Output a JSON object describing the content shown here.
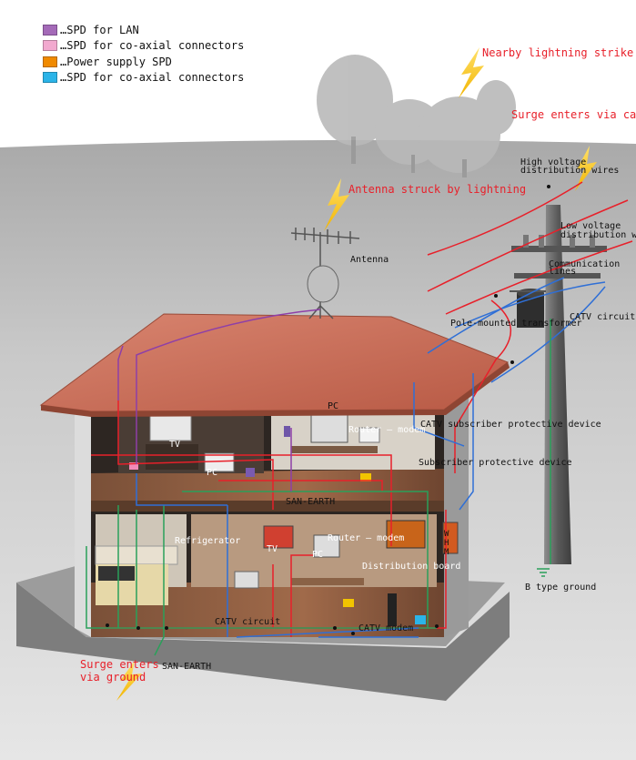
{
  "legend": {
    "items": [
      {
        "label": "…SPD for LAN",
        "color": "#a46ab8"
      },
      {
        "label": "…SPD for co-axial connectors",
        "color": "#f2a9cf"
      },
      {
        "label": "…Power supply SPD",
        "color": "#f08a00"
      },
      {
        "label": "…SPD for co-axial connectors",
        "color": "#2bb4e8"
      }
    ]
  },
  "callouts": {
    "nearby_strike": "Nearby lightning strike",
    "surge_cables": "Surge enters via cables",
    "antenna_struck": "Antenna struck by lightning",
    "surge_ground_1": "Surge enters",
    "surge_ground_2": "via ground"
  },
  "labels": {
    "high_voltage_1": "High voltage",
    "high_voltage_2": "distribution wires",
    "low_voltage_1": "Low voltage",
    "low_voltage_2": "distribution wires",
    "comm_1": "Communication",
    "comm_2": "lines",
    "catv_circuit_pole": "CATV circuit",
    "pole_transformer": "Pole-mounted transformer",
    "antenna": "Antenna",
    "pc_upper": "PC",
    "router_modem_upper": "Router – modem",
    "catv_subscriber": "CATV subscriber protective device",
    "subscriber_device": "Subscriber protective device",
    "tv_upper": "TV",
    "pc_laptop": "PC",
    "san_earth_upper": "SAN-EARTH",
    "refrigerator": "Refrigerator",
    "tv_lower": "TV",
    "pc_lower": "PC",
    "router_modem_lower": "Router – modem",
    "distribution_board": "Distribution board",
    "wh_meter": "WHM",
    "b_type_ground": "B type ground",
    "catv_circuit_lower": "CATV circuit",
    "catv_modem": "CATV modem",
    "san_earth_lower": "SAN-EARTH"
  },
  "colors": {
    "wire_red": "#e8202a",
    "wire_blue": "#2f6fd6",
    "wire_green": "#2aa05a",
    "wire_purple": "#8e3fa8",
    "roof": "#c96a55",
    "callout_red": "#e8202a"
  }
}
